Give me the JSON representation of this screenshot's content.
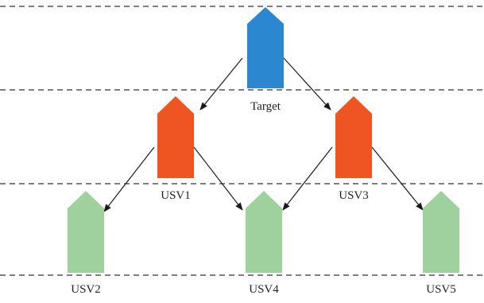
{
  "diagram": {
    "nodes": {
      "target": {
        "label": "Target",
        "color": "#2b87cf",
        "roof_color": "#2b87cf"
      },
      "usv1": {
        "label": "USV1",
        "color": "#ef5523",
        "roof_color": "#ef5523"
      },
      "usv3": {
        "label": "USV3",
        "color": "#ef5523",
        "roof_color": "#ef5523"
      },
      "usv2": {
        "label": "USV2",
        "color": "#9fd19e",
        "roof_color": "#9fd19e"
      },
      "usv4": {
        "label": "USV4",
        "color": "#9fd19e",
        "roof_color": "#9fd19e"
      },
      "usv5": {
        "label": "USV5",
        "color": "#9fd19e",
        "roof_color": "#9fd19e"
      }
    },
    "edges": [
      {
        "from": "target",
        "to": "usv1"
      },
      {
        "from": "target",
        "to": "usv3"
      },
      {
        "from": "usv1",
        "to": "usv2"
      },
      {
        "from": "usv1",
        "to": "usv4"
      },
      {
        "from": "usv3",
        "to": "usv4"
      },
      {
        "from": "usv3",
        "to": "usv5"
      }
    ],
    "line_color": "#1a1a1a"
  }
}
